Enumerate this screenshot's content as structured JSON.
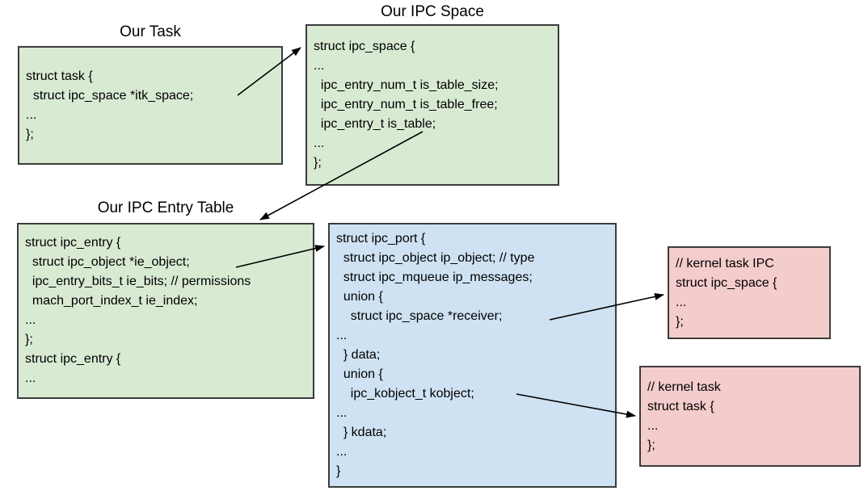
{
  "diagram": {
    "boxes": {
      "task": {
        "title": "Our Task",
        "lines": [
          "struct task {",
          "  struct ipc_space *itk_space;",
          "...",
          "};"
        ]
      },
      "ipc_space": {
        "title": "Our IPC Space",
        "lines": [
          "struct ipc_space {",
          "...",
          "  ipc_entry_num_t is_table_size;",
          "  ipc_entry_num_t is_table_free;",
          "  ipc_entry_t is_table;",
          "...",
          "};"
        ]
      },
      "entry_table": {
        "title": "Our IPC Entry Table",
        "lines": [
          "struct ipc_entry {",
          "  struct ipc_object *ie_object;",
          "  ipc_entry_bits_t ie_bits; // permissions",
          "  mach_port_index_t ie_index;",
          "...",
          "};",
          "struct ipc_entry {",
          "..."
        ]
      },
      "ipc_port": {
        "lines": [
          "struct ipc_port {",
          "  struct ipc_object ip_object; // type",
          "  struct ipc_mqueue ip_messages;",
          "  union {",
          "    struct ipc_space *receiver;",
          "...",
          "  } data;",
          "  union {",
          "    ipc_kobject_t kobject;",
          "...",
          "  } kdata;",
          "...",
          "}"
        ]
      },
      "kernel_ipc_space": {
        "lines": [
          "// kernel task IPC",
          "struct ipc_space {",
          "...",
          "};"
        ]
      },
      "kernel_task": {
        "lines": [
          "// kernel task",
          "struct task {",
          "...",
          "};"
        ]
      }
    },
    "colors": {
      "struct_green": "#d9ead3",
      "port_blue": "#cfe2f3",
      "kernel_pink": "#f4cccc",
      "border": "#3c3c3c",
      "arrow": "#000000",
      "text": "#000000",
      "background": "#ffffff"
    }
  }
}
